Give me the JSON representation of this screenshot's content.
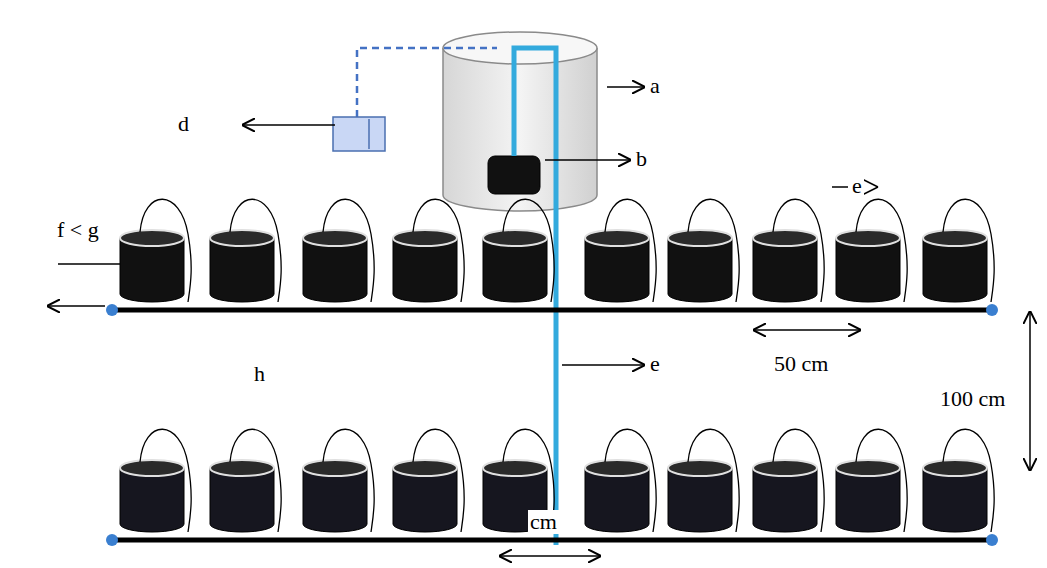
{
  "diagram": {
    "labels": [
      "a",
      "d",
      "b",
      "e",
      "f < g",
      "h",
      "e",
      "50 cm",
      "100 cm",
      "cm"
    ]
  }
}
